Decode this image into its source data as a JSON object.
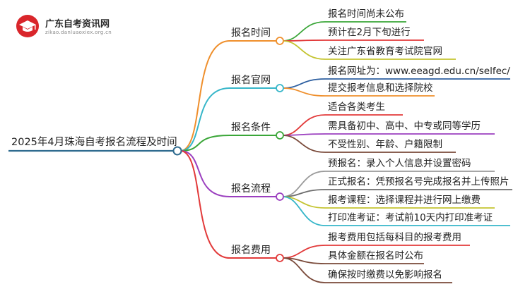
{
  "logo": {
    "title": "广东自考资讯网",
    "subtitle": "zikao.danluaoxiex.org.cn",
    "badge_color": "#d9262b"
  },
  "root": {
    "label": "2025年4月珠海自考报名流程及时间",
    "color": "#2f6b8f"
  },
  "branches": [
    {
      "label": "报名时间",
      "color": "#ef8f2c",
      "leaves": [
        {
          "label": "报名时间尚未公布",
          "color": "#3aa638"
        },
        {
          "label": "预计在2月下旬进行",
          "color": "#e23a3a"
        },
        {
          "label": "关注广东省教育考试院官网",
          "color": "#c4c430"
        }
      ]
    },
    {
      "label": "报名官网",
      "color": "#36b6c9",
      "leaves": [
        {
          "label": "报名网址为：www.eeagd.edu.cn/selfec/",
          "color": "#2d5fa0"
        },
        {
          "label": "提交报考信息和选择院校",
          "color": "#ef8f2c"
        }
      ]
    },
    {
      "label": "报名条件",
      "color": "#3aa638",
      "leaves": [
        {
          "label": "适合各类考生",
          "color": "#e23a3a"
        },
        {
          "label": "需具备初中、高中、中专或同等学历",
          "color": "#9b3fbf"
        },
        {
          "label": "不受性别、年龄、户籍限制",
          "color": "#7a4a3a"
        }
      ]
    },
    {
      "label": "报名流程",
      "color": "#9b3fbf",
      "leaves": [
        {
          "label": "预报名：录入个人信息并设置密码",
          "color": "#9a9a9a"
        },
        {
          "label": "正式报名：凭预报名号完成报名并上传照片",
          "color": "#6d6d6d"
        },
        {
          "label": "报考课程：选择课程并进行网上缴费",
          "color": "#c4c430"
        },
        {
          "label": "打印准考证：考试前10天内打印准考证",
          "color": "#36b6c9"
        }
      ]
    },
    {
      "label": "报名费用",
      "color": "#e23a3a",
      "leaves": [
        {
          "label": "报考费用包括每科目的报考费用",
          "color": "#e23a3a"
        },
        {
          "label": "具体金额在报名时公布",
          "color": "#7a4a3a"
        },
        {
          "label": "确保按时缴费以免影响报名",
          "color": "#7a4a3a"
        }
      ]
    }
  ]
}
